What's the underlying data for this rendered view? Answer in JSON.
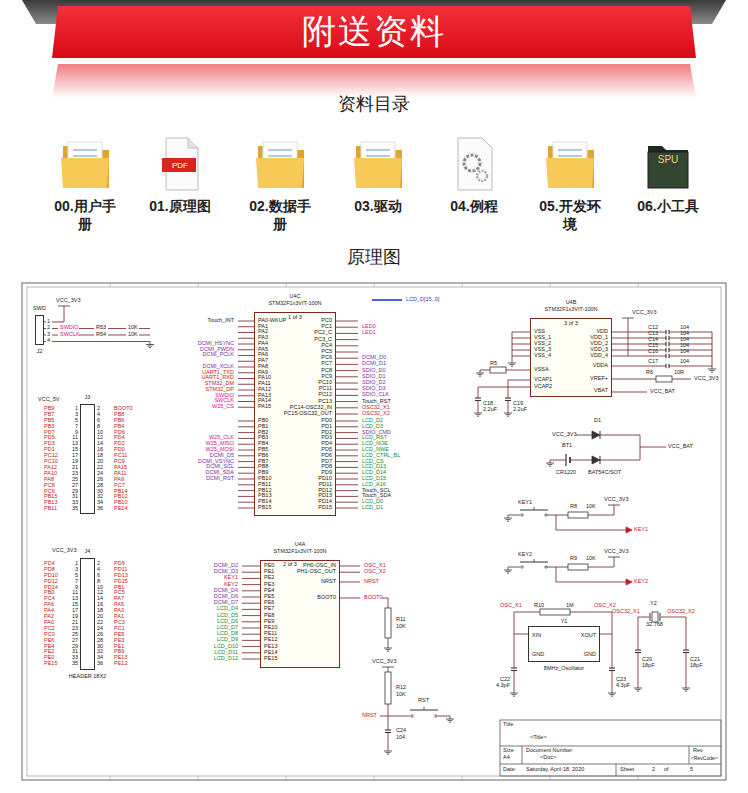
{
  "diagram": {
    "nodes": [
      {
        "text": [
          "附送资料"
        ]
      },
      {
        "text": [
          "00.用户手册"
        ]
      },
      {
        "text": [
          "01.原理图"
        ]
      },
      {
        "text": [
          "02.数据手册"
        ]
      },
      {
        "text": [
          "03.驱动"
        ]
      },
      {
        "text": [
          "04.例程"
        ]
      },
      {
        "text": [
          "05.开发环境"
        ]
      },
      {
        "text": [
          "06.小工具"
        ]
      },
      {
        "text": [
          "U4C",
          "STM32F1x3VIT-100N"
        ]
      },
      {
        "text": [
          "U4B",
          "STM32F1x3VIT-100N"
        ]
      },
      {
        "text": [
          "U4A",
          "STM32F1x3VIT-100N"
        ]
      },
      {
        "text": [
          "SWD",
          "J2"
        ]
      },
      {
        "text": [
          "J3"
        ]
      },
      {
        "text": [
          "J4",
          "HEADER 18X2"
        ]
      },
      {
        "text": [
          "Y1",
          "XIN",
          "XOUT",
          "GND",
          "GND",
          "8MHz_Oscillator"
        ]
      }
    ],
    "labels": [
      "资料目录",
      "原理图",
      "PDF",
      "SPU",
      "1 of 3",
      "PA0-WKUP",
      "PA1",
      "PA2",
      "PA3",
      "PA4",
      "PA5",
      "PA6",
      "PA7",
      "PA8",
      "PA9",
      "PA10",
      "PA11",
      "PA12",
      "PA13",
      "PA14",
      "PA15",
      "PB0",
      "PB1",
      "PB2",
      "PB3",
      "PB4",
      "PB5",
      "PB6",
      "PB7",
      "PB8",
      "PB9",
      "PB10",
      "PB11",
      "PB12",
      "PB13",
      "PB14",
      "PB15",
      "PC0",
      "PC1",
      "PC2_C",
      "PC3_C",
      "PC4",
      "PC5",
      "PC6",
      "PC7",
      "PC8",
      "PC9",
      "PC10",
      "PC11",
      "PC12",
      "PC13",
      "PC14-OSC32_IN",
      "PC15-OSC32_OUT",
      "PD0",
      "PD1",
      "PD2",
      "PD3",
      "PD4",
      "PD5",
      "PD6",
      "PD7",
      "PD8",
      "PD9",
      "PD10",
      "PD11",
      "PD12",
      "PD13",
      "PD14",
      "PD15",
      "LCD_D[15..0]",
      "Touch_INT",
      "DCMI_HSYNC",
      "DCMI_PWDN",
      "DCMI_PCLK",
      "DCMI_XCLK",
      "UART1_TXD",
      "UART1_RXD",
      "STM32_DM",
      "STM32_DP",
      "SWDIO",
      "SWCLK",
      "W25_CS",
      "W25_CLK",
      "W25_MISO",
      "W25_MOSI",
      "DCMI_D5",
      "DCMI_VSYNC",
      "DCMI_SCL",
      "DCMI_SDA",
      "DCMI_RST",
      "LED0",
      "LED1",
      "DCMI_D0",
      "DCMI_D1",
      "SDIO_D0",
      "SDIO_D1",
      "SDIO_D2",
      "SDIO_D3",
      "SDIO_CLK",
      "Touch_RST",
      "OSC32_X1",
      "OSC32_X2",
      "LCD_D2",
      "LCD_D3",
      "SDIO_CMD",
      "LCD_RST",
      "LCD_NOE",
      "LCD_NWE",
      "LCD_CTRL_BL",
      "LCD_CS",
      "LCD_D13",
      "LCD_D14",
      "LCD_D15",
      "LCD_A16",
      "Touch_SCL",
      "Touch_SDA",
      "LCD_D0",
      "LCD_D1",
      "3 of 3",
      "VSS",
      "VSS_1",
      "VSS_2",
      "VSS_3",
      "VSS_4",
      "VSSA",
      "VCAP1",
      "VCAP2",
      "VDD",
      "VDD_1",
      "VDD_2",
      "VDD_3",
      "VDD_4",
      "VDDA",
      "VREF+",
      "VBAT",
      "VCC_3V3",
      "C12",
      "C13",
      "C14",
      "C15",
      "C16",
      "104",
      "104",
      "104",
      "104",
      "104",
      "C17",
      "104",
      "R6",
      "10R",
      "VCC_3V3",
      "VCC_BAT",
      "C18",
      "2.2uF",
      "C19",
      "2.2uF",
      "R5",
      "D1",
      "VCC_3V3",
      "VCC_BAT",
      "BT1",
      "CR1220",
      "BAT54C/SOT",
      "KEY1",
      "VCC_3V3",
      "R8",
      "10K",
      "KEY1",
      "KEY2",
      "VCC_3V3",
      "R9",
      "10K",
      "KEY2",
      "OSC_X1",
      "R10",
      "1M",
      "OSC_X2",
      "C22",
      "4.3pF",
      "C23",
      "4.3pF",
      "Y2",
      "32.768",
      "OSC32_X1",
      "OSC32_X2",
      "C20",
      "18pF",
      "C21",
      "18pF",
      "VCC_3V3",
      "1",
      "2",
      "3",
      "4",
      "SWDIO",
      "SWCLK",
      "R53",
      "R54",
      "10K",
      "10K",
      "VCC_5V",
      "PB9",
      "PB7",
      "PB5",
      "PB3",
      "PD7",
      "PD5",
      "PD3",
      "PD1",
      "PC12",
      "PC10",
      "PA12",
      "PA10",
      "PA8",
      "PC8",
      "PC6",
      "PB15",
      "PB13",
      "PB11",
      "1",
      "3",
      "5",
      "7",
      "9",
      "11",
      "13",
      "15",
      "17",
      "19",
      "21",
      "23",
      "25",
      "27",
      "29",
      "31",
      "33",
      "35",
      "2",
      "4",
      "6",
      "8",
      "10",
      "12",
      "14",
      "16",
      "18",
      "20",
      "22",
      "24",
      "26",
      "28",
      "30",
      "32",
      "34",
      "36",
      "BOOT0",
      "PB8",
      "PB6",
      "PB4",
      "PD6",
      "PD4",
      "PD2",
      "PD0",
      "PC11",
      "PC9",
      "PA15",
      "PA11",
      "PA9",
      "PC7",
      "PB14",
      "PB12",
      "PB10",
      "PE14",
      "VCC_3V3",
      "PD4",
      "PD8",
      "PD10",
      "PD12",
      "PD14",
      "PB0",
      "PC4",
      "PA6",
      "PA4",
      "PA2",
      "PA0",
      "PC2",
      "PC0",
      "PE6",
      "PE4",
      "PE2",
      "PE0",
      "PE15",
      "1",
      "3",
      "5",
      "7",
      "9",
      "11",
      "13",
      "15",
      "17",
      "19",
      "21",
      "23",
      "25",
      "27",
      "29",
      "31",
      "33",
      "35",
      "2",
      "4",
      "6",
      "8",
      "10",
      "12",
      "14",
      "16",
      "18",
      "20",
      "22",
      "24",
      "26",
      "28",
      "30",
      "32",
      "34",
      "36",
      "PD9",
      "PD11",
      "PD13",
      "PD15",
      "PB1",
      "PC5",
      "PA7",
      "PA5",
      "PA3",
      "PA1",
      "PC3",
      "PC1",
      "PE5",
      "PE3",
      "PE1",
      "PB9",
      "PE13",
      "PE12",
      "2 of 3",
      "PE0",
      "PE1",
      "PE2",
      "PE3",
      "PE4",
      "PE5",
      "PE6",
      "PE7",
      "PE8",
      "PE9",
      "PE10",
      "PE11",
      "PE12",
      "PE13",
      "PE14",
      "PE15",
      "PH0-OSC_IN",
      "PH1-OSC_OUT",
      "NRST",
      "BOOT0",
      "DCMI_D2",
      "DCMI_D3",
      "KEY1",
      "KEY2",
      "DCMI_D4",
      "DCMI_D6",
      "DCMI_D7",
      "LCD_D4",
      "LCD_D5",
      "LCD_D6",
      "LCD_D7",
      "LCD_D8",
      "LCD_D9",
      "LCD_D10",
      "LCD_D11",
      "LCD_D12",
      "OSC_X1",
      "OSC_X2",
      "NRST",
      "BOOT0",
      "R11",
      "10K",
      "VCC_3V3",
      "R12",
      "10K",
      "RST",
      "NRST",
      "C24",
      "104",
      "Title",
      "<Title>",
      "Size",
      "A4",
      "Document Number",
      "<Doc>",
      "Rev",
      "<RevCode>",
      "Date:",
      "Saturday, April 18, 2020",
      "Sheet",
      "2",
      "of",
      "5"
    ]
  }
}
